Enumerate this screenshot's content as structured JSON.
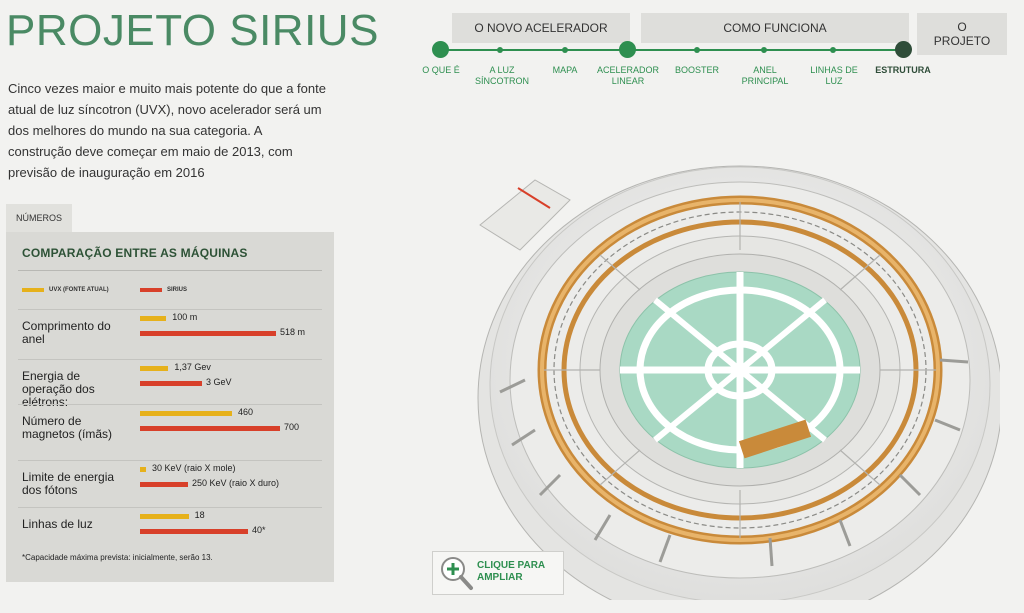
{
  "page": {
    "title": "PROJETO SIRIUS",
    "intro": "Cinco vezes maior e muito mais potente do que a fonte atual de luz síncotron (UVX), novo acelerador será um dos melhores do mundo na sua categoria. A construção deve começar em maio de 2013, com previsão de inauguração em 2016"
  },
  "nav": {
    "sections": [
      "O NOVO ACELERADOR",
      "COMO FUNCIONA",
      "O PROJETO"
    ],
    "steps": [
      "O QUE É",
      "A LUZ SÍNCOTRON",
      "MAPA",
      "ACELERADOR LINEAR",
      "BOOSTER",
      "ANEL PRINCIPAL",
      "LINHAS DE LUZ",
      "ESTRUTURA"
    ],
    "current_step": "ESTRUTURA",
    "accent_color": "#2e8f50"
  },
  "panel": {
    "tab": "NÚMEROS",
    "title": "COMPARAÇÃO ENTRE AS MÁQUINAS",
    "legend": [
      {
        "label": "UVX (FONTE ATUAL)",
        "color": "#e6b11b"
      },
      {
        "label": "SIRIUS",
        "color": "#d8402a"
      }
    ],
    "rows": [
      {
        "label": "Comprimento do anel",
        "uvx": 100,
        "uvx_label": "100 m",
        "sirius": 518,
        "sirius_label": "518 m"
      },
      {
        "label": "Energia de operação dos elétrons:",
        "uvx": 1.37,
        "uvx_label": "1,37 Gev",
        "sirius": 3,
        "sirius_label": "3 GeV"
      },
      {
        "label": "Número de magnetos (ímãs)",
        "uvx": 460,
        "uvx_label": "460",
        "sirius": 700,
        "sirius_label": "700"
      },
      {
        "label": "Limite de energia dos fótons",
        "uvx": 30,
        "uvx_label": "30 KeV (raio X mole)",
        "sirius": 250,
        "sirius_label": "250 KeV (raio X duro)"
      },
      {
        "label": "Linhas de luz",
        "uvx": 18,
        "uvx_label": "18",
        "sirius": 40,
        "sirius_label": "40*"
      }
    ],
    "footnote": "*Capacidade máxima prevista: inicialmente, serão 13."
  },
  "zoom_button": {
    "line1": "CLIQUE PARA",
    "line2": "AMPLIAR",
    "icon": "magnifier-plus-icon"
  },
  "map": {
    "subject": "building-isometric-illustration"
  }
}
